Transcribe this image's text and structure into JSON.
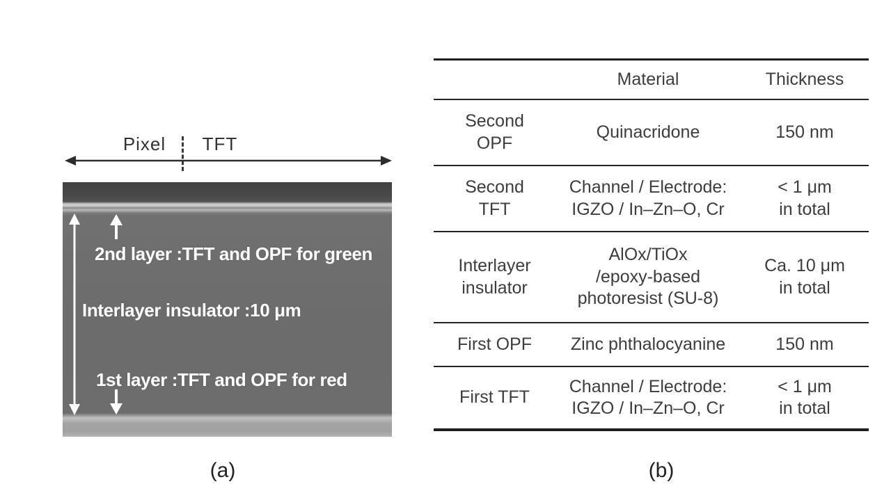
{
  "figure": {
    "panel_a": {
      "caption": "(a)",
      "region_labels": {
        "left": "Pixel",
        "right": "TFT"
      },
      "annotations": {
        "second_layer": "2nd layer :TFT and OPF for green",
        "interlayer": "Interlayer insulator :10 μm",
        "first_layer": "1st layer :TFT and OPF for red"
      },
      "icons": {
        "horizontal_double_arrow": "↔",
        "vertical_double_arrow": "↕",
        "up_arrow": "↑",
        "down_arrow": "↓",
        "dashed_divider": "¦"
      }
    },
    "panel_b": {
      "caption": "(b)",
      "table": {
        "headers": [
          "",
          "Material",
          "Thickness"
        ],
        "rows": [
          {
            "layer": "Second\nOPF",
            "material": "Quinacridone",
            "thickness": "150 nm"
          },
          {
            "layer": "Second\nTFT",
            "material": "Channel / Electrode:\nIGZO / In–Zn–O, Cr",
            "thickness": "< 1 μm\nin total"
          },
          {
            "layer": "Interlayer\ninsulator",
            "material": "AlOx/TiOx\n/epoxy-based\nphotoresist (SU-8)",
            "thickness": "Ca. 10 μm\nin total"
          },
          {
            "layer": "First OPF",
            "material": "Zinc phthalocyanine",
            "thickness": "150 nm"
          },
          {
            "layer": "First TFT",
            "material": "Channel / Electrode:\nIGZO / In–Zn–O, Cr",
            "thickness": "< 1 μm\nin total"
          }
        ]
      }
    },
    "colors": {
      "sem_body": "#6d6d6d",
      "sem_dark_band": "#474747",
      "sem_bottom_band": "#a4a4a4",
      "sem_bright_line": "#c6c6c6",
      "annotation_text": "#ffffff",
      "table_line": "#1e1e1e",
      "text": "#3d3d3d"
    }
  }
}
